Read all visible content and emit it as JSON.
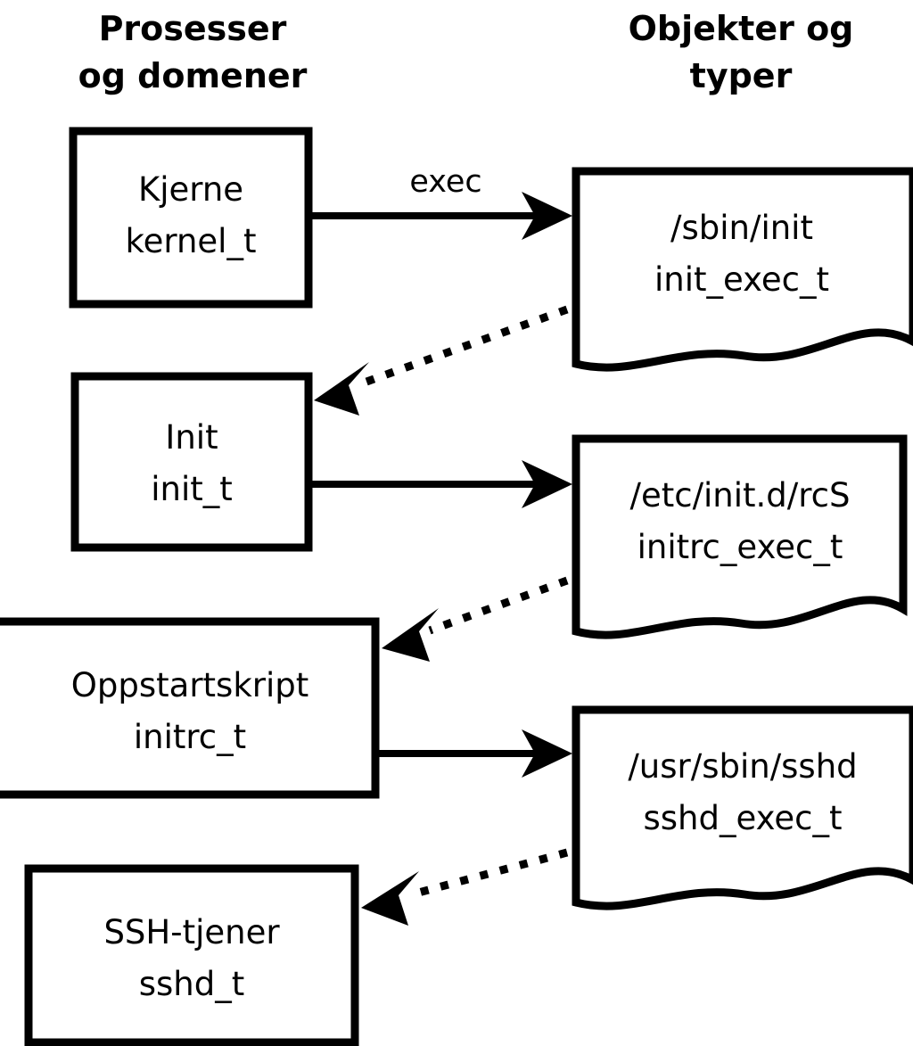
{
  "diagram": {
    "title_columns": [
      {
        "id": "processes",
        "line1": "Prosesser",
        "line2": "og domener"
      },
      {
        "id": "objects",
        "line1": "Objekter og",
        "line2": "typer"
      }
    ],
    "colors": {
      "background": "#ffffff",
      "stroke": "#000000",
      "text": "#000000"
    },
    "process_nodes": [
      {
        "id": "kernel",
        "line1": "Kjerne",
        "line2": "kernel_t"
      },
      {
        "id": "init",
        "line1": "Init",
        "line2": "init_t"
      },
      {
        "id": "initrc",
        "line1": "Oppstartskript",
        "line2": "initrc_t"
      },
      {
        "id": "sshd",
        "line1": "SSH-tjener",
        "line2": "sshd_t"
      }
    ],
    "object_nodes": [
      {
        "id": "init-exec",
        "line1": "/sbin/init",
        "line2": "init_exec_t"
      },
      {
        "id": "initrc-exec",
        "line1": "/etc/init.d/rcS",
        "line2": "initrc_exec_t"
      },
      {
        "id": "sshd-exec",
        "line1": "/usr/sbin/sshd",
        "line2": "sshd_exec_t"
      }
    ],
    "edges": [
      {
        "id": "kernel-exec-init",
        "label": "exec",
        "style": "solid",
        "from": "kernel",
        "to": "init-exec"
      },
      {
        "id": "init-exec-transition-init",
        "label": "",
        "style": "dotted",
        "from": "init-exec",
        "to": "init"
      },
      {
        "id": "init-exec-initrc",
        "label": "",
        "style": "solid",
        "from": "init",
        "to": "initrc-exec"
      },
      {
        "id": "initrc-exec-transition-initrc",
        "label": "",
        "style": "dotted",
        "from": "initrc-exec",
        "to": "initrc"
      },
      {
        "id": "initrc-exec-sshd",
        "label": "",
        "style": "solid",
        "from": "initrc",
        "to": "sshd-exec"
      },
      {
        "id": "sshd-exec-transition-sshd",
        "label": "",
        "style": "dotted",
        "from": "sshd-exec",
        "to": "sshd"
      }
    ]
  }
}
